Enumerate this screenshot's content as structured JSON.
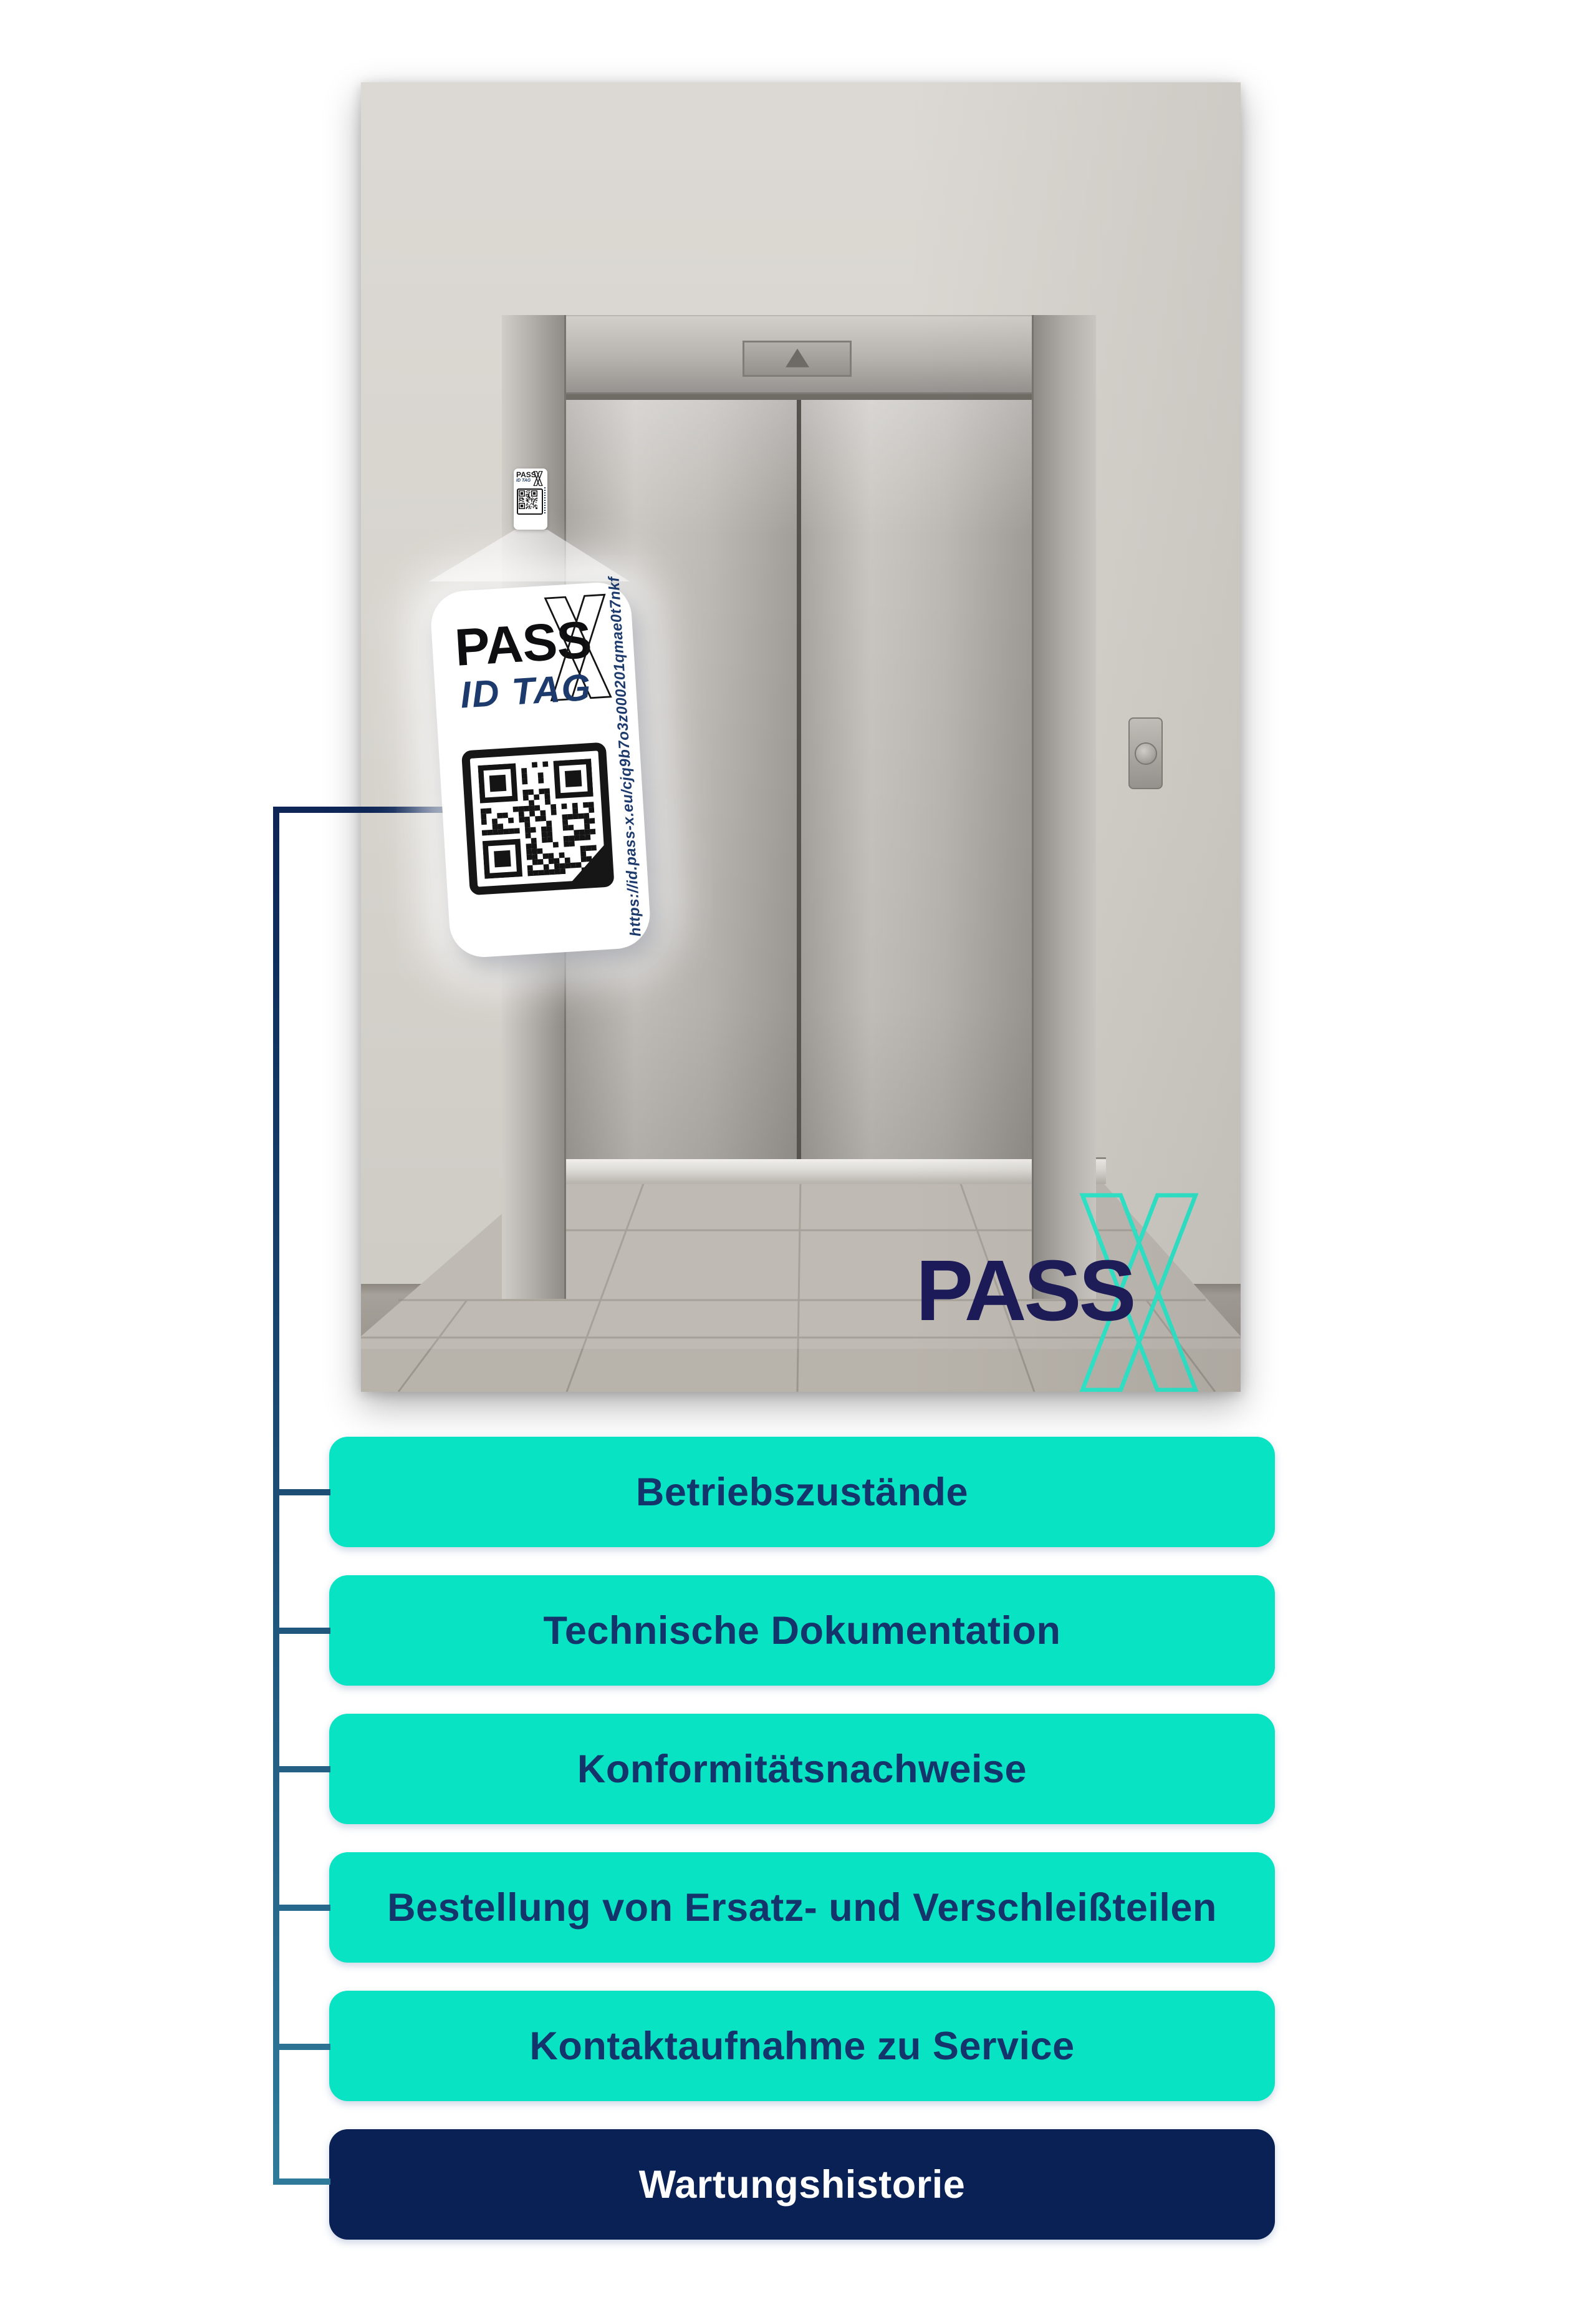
{
  "colors": {
    "teal": "#08e4c3",
    "navy": "#0a2156",
    "navy_text": "#14356b",
    "logo_navy": "#1b1a58",
    "logo_x_teal": "#2be8cb",
    "tag_blue": "#1d3a6d",
    "line_top": "#0d2556",
    "line_bottom": "#2f7b9b"
  },
  "tag": {
    "brand": "PASS",
    "sub": "ID TAG",
    "url": "https://id.pass-x.eu/cjq9b7o3z000201qmae0t7nkf"
  },
  "photo_logo": {
    "brand": "PASS"
  },
  "buttons": [
    {
      "label": "Betriebszustände"
    },
    {
      "label": "Technische Dokumentation"
    },
    {
      "label": "Konformitätsnachweise"
    },
    {
      "label": "Bestellung von Ersatz- und Verschleißteilen"
    },
    {
      "label": "Kontaktaufnahme zu Service"
    },
    {
      "label": "Wartungshistorie"
    }
  ]
}
